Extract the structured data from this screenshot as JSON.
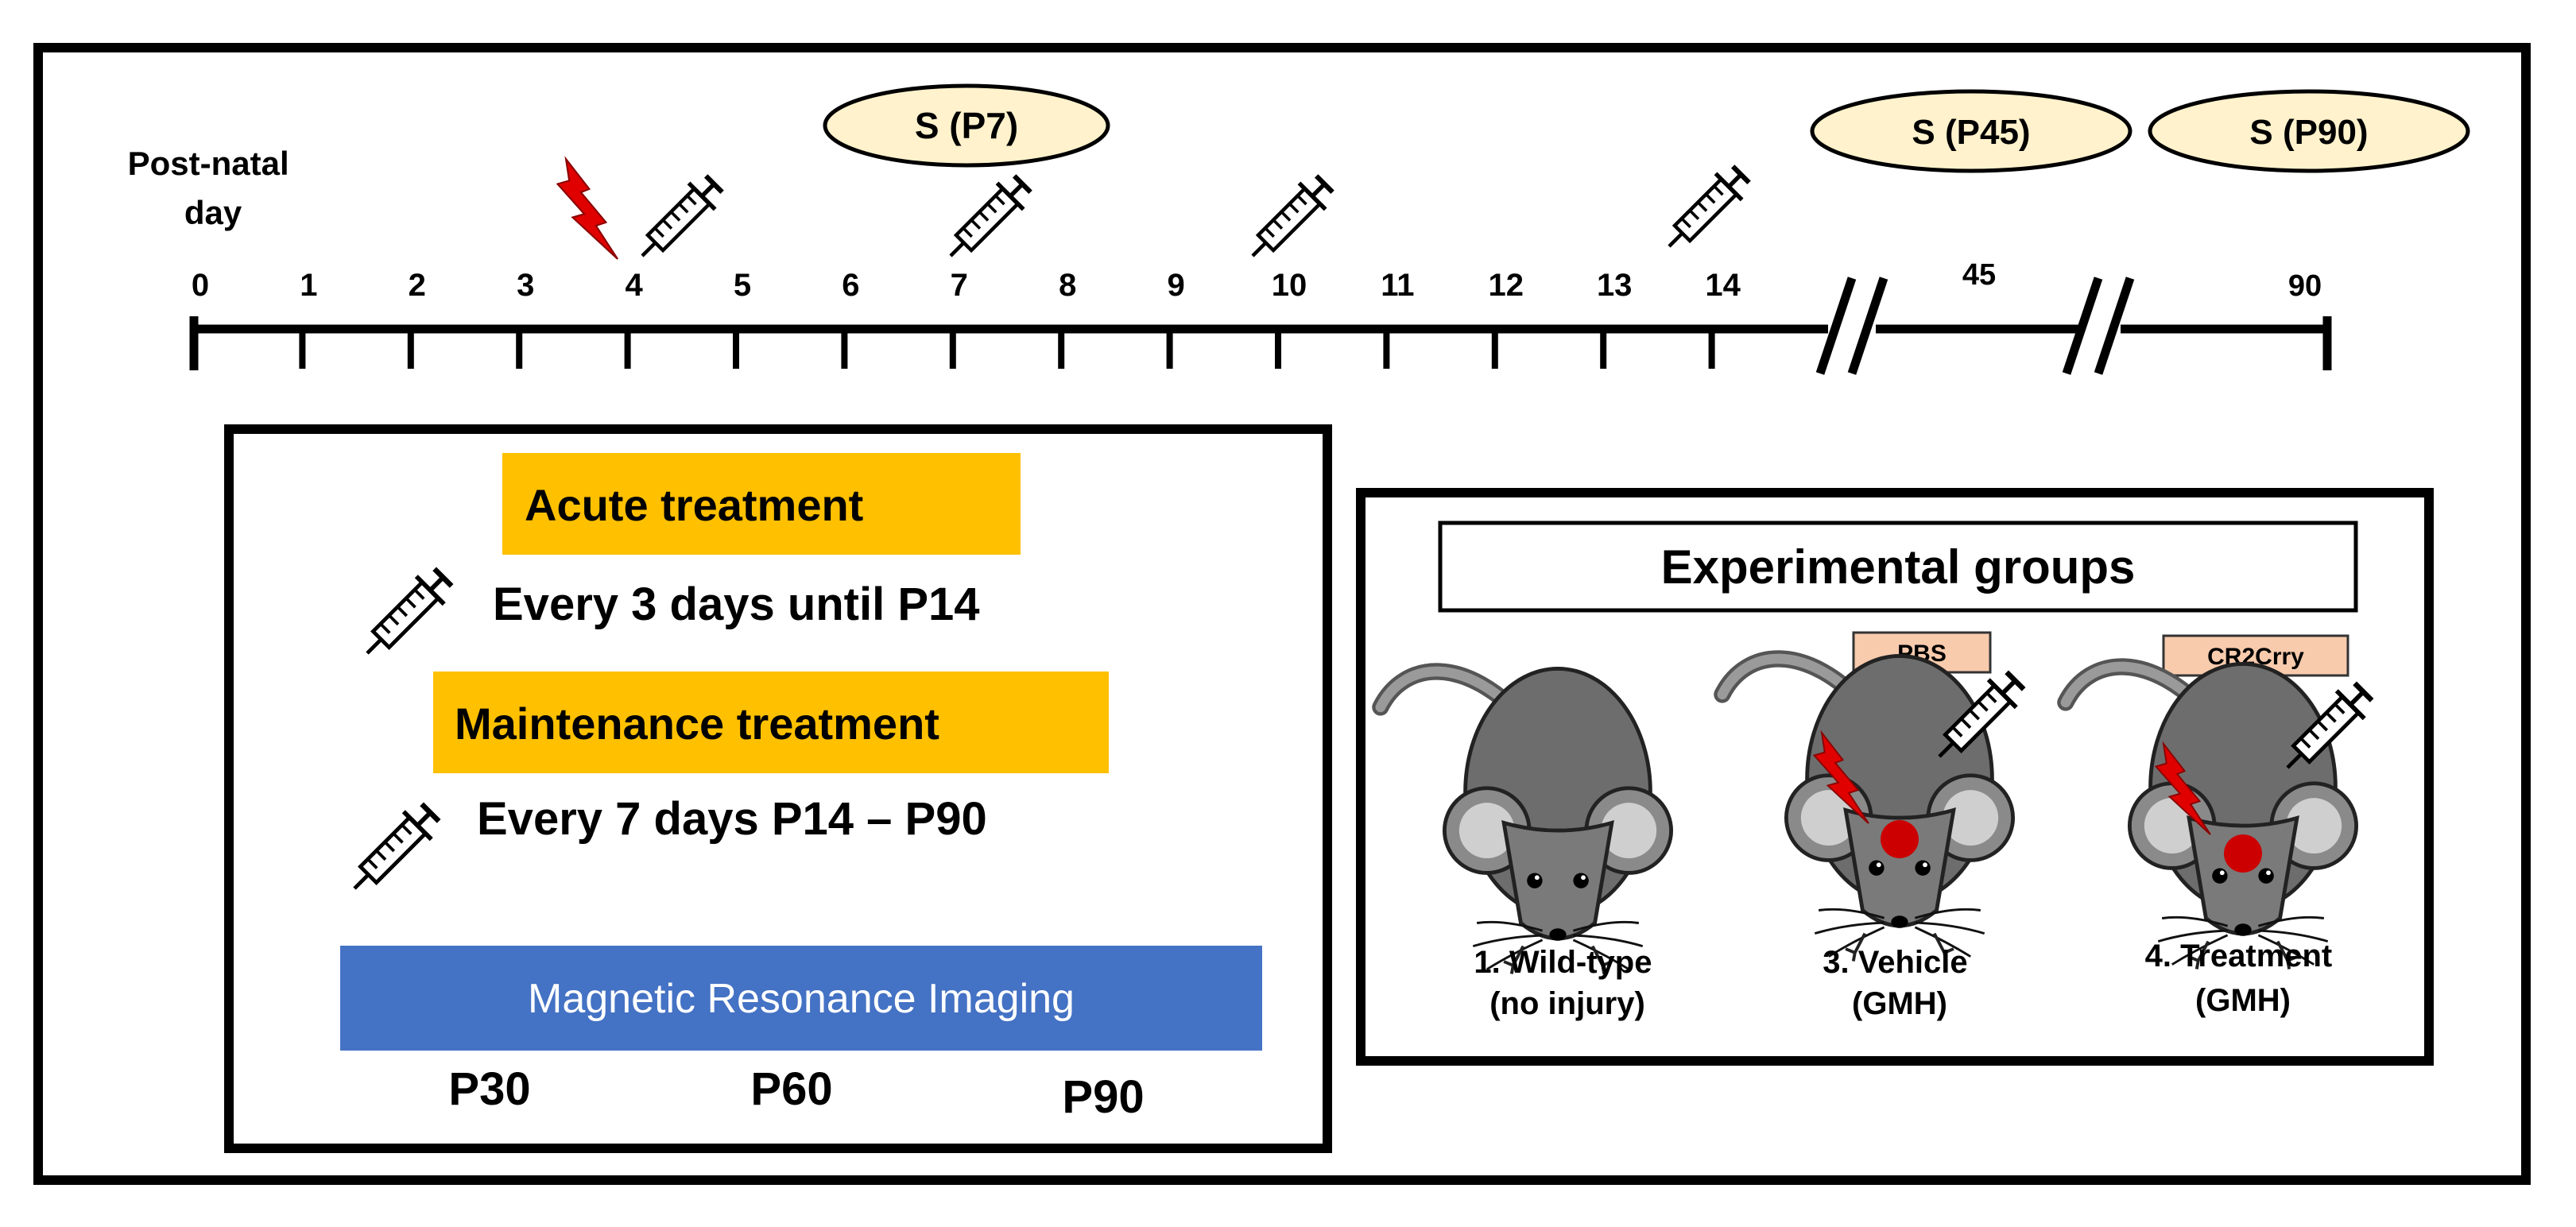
{
  "timeline": {
    "label_line1": "Post-natal",
    "label_line2": "day",
    "ticks": [
      "0",
      "1",
      "2",
      "3",
      "4",
      "5",
      "6",
      "7",
      "8",
      "9",
      "10",
      "11",
      "12",
      "13",
      "14"
    ],
    "tick_45": "45",
    "tick_90": "90",
    "sacrifice": [
      "S (P7)",
      "S (P45)",
      "S (P90)"
    ]
  },
  "treatment": {
    "acute_title": "Acute treatment",
    "acute_desc": "Every 3 days until P14",
    "maint_title": "Maintenance treatment",
    "maint_desc": "Every 7 days P14 – P90",
    "mri_label": "Magnetic Resonance Imaging",
    "mri_times": [
      "P30",
      "P60",
      "P90"
    ]
  },
  "groups": {
    "title": "Experimental groups",
    "tag_vehicle": "PBS",
    "tag_treatment": "CR2Crry",
    "g1_line1": "1. Wild-type",
    "g1_line2": "(no injury)",
    "g3_line1": "3. Vehicle",
    "g3_line2": "(GMH)",
    "g4_line1": "4. Treatment",
    "g4_line2": "(GMH)"
  },
  "colors": {
    "accent_orange": "#FFC000",
    "mri_blue": "#4472C4",
    "ellipse_fill": "#FFF2CC",
    "tag_fill": "#F8CBAD",
    "injury_red": "#E00000",
    "mouse_gray": "#6d6d6d"
  }
}
